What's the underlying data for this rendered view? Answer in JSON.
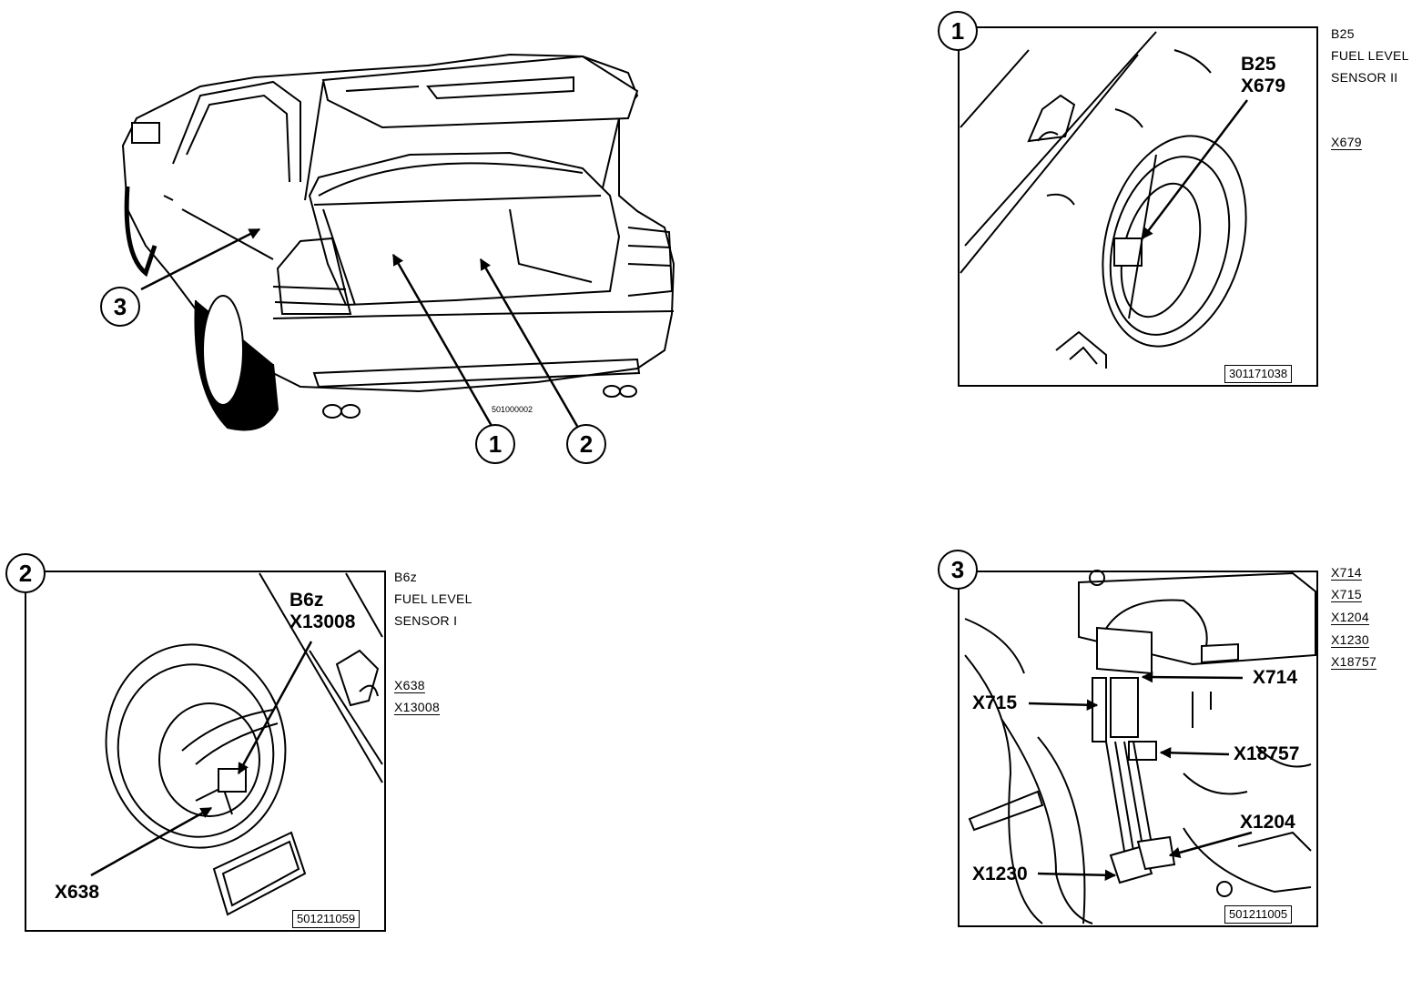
{
  "overview": {
    "callouts": [
      "1",
      "2",
      "3"
    ],
    "ref": "501000002"
  },
  "detail1": {
    "badge": "1",
    "component": "B25",
    "desc_line1": "FUEL LEVEL",
    "desc_line2": "SENSOR II",
    "connectors": [
      "X679"
    ],
    "callout_line1": "B25",
    "callout_line2": "X679",
    "figure_id": "301171038"
  },
  "detail2": {
    "badge": "2",
    "component": "B6z",
    "desc_line1": "FUEL LEVEL",
    "desc_line2": "SENSOR I",
    "connectors": [
      "X638",
      "X13008"
    ],
    "callout_line1": "B6z",
    "callout_line2": "X13008",
    "callout_x638": "X638",
    "figure_id": "501211059"
  },
  "detail3": {
    "badge": "3",
    "connectors": [
      "X714",
      "X715",
      "X1204",
      "X1230",
      "X18757"
    ],
    "callouts": {
      "x714": "X714",
      "x715": "X715",
      "x18757": "X18757",
      "x1204": "X1204",
      "x1230": "X1230"
    },
    "figure_id": "501211005"
  }
}
